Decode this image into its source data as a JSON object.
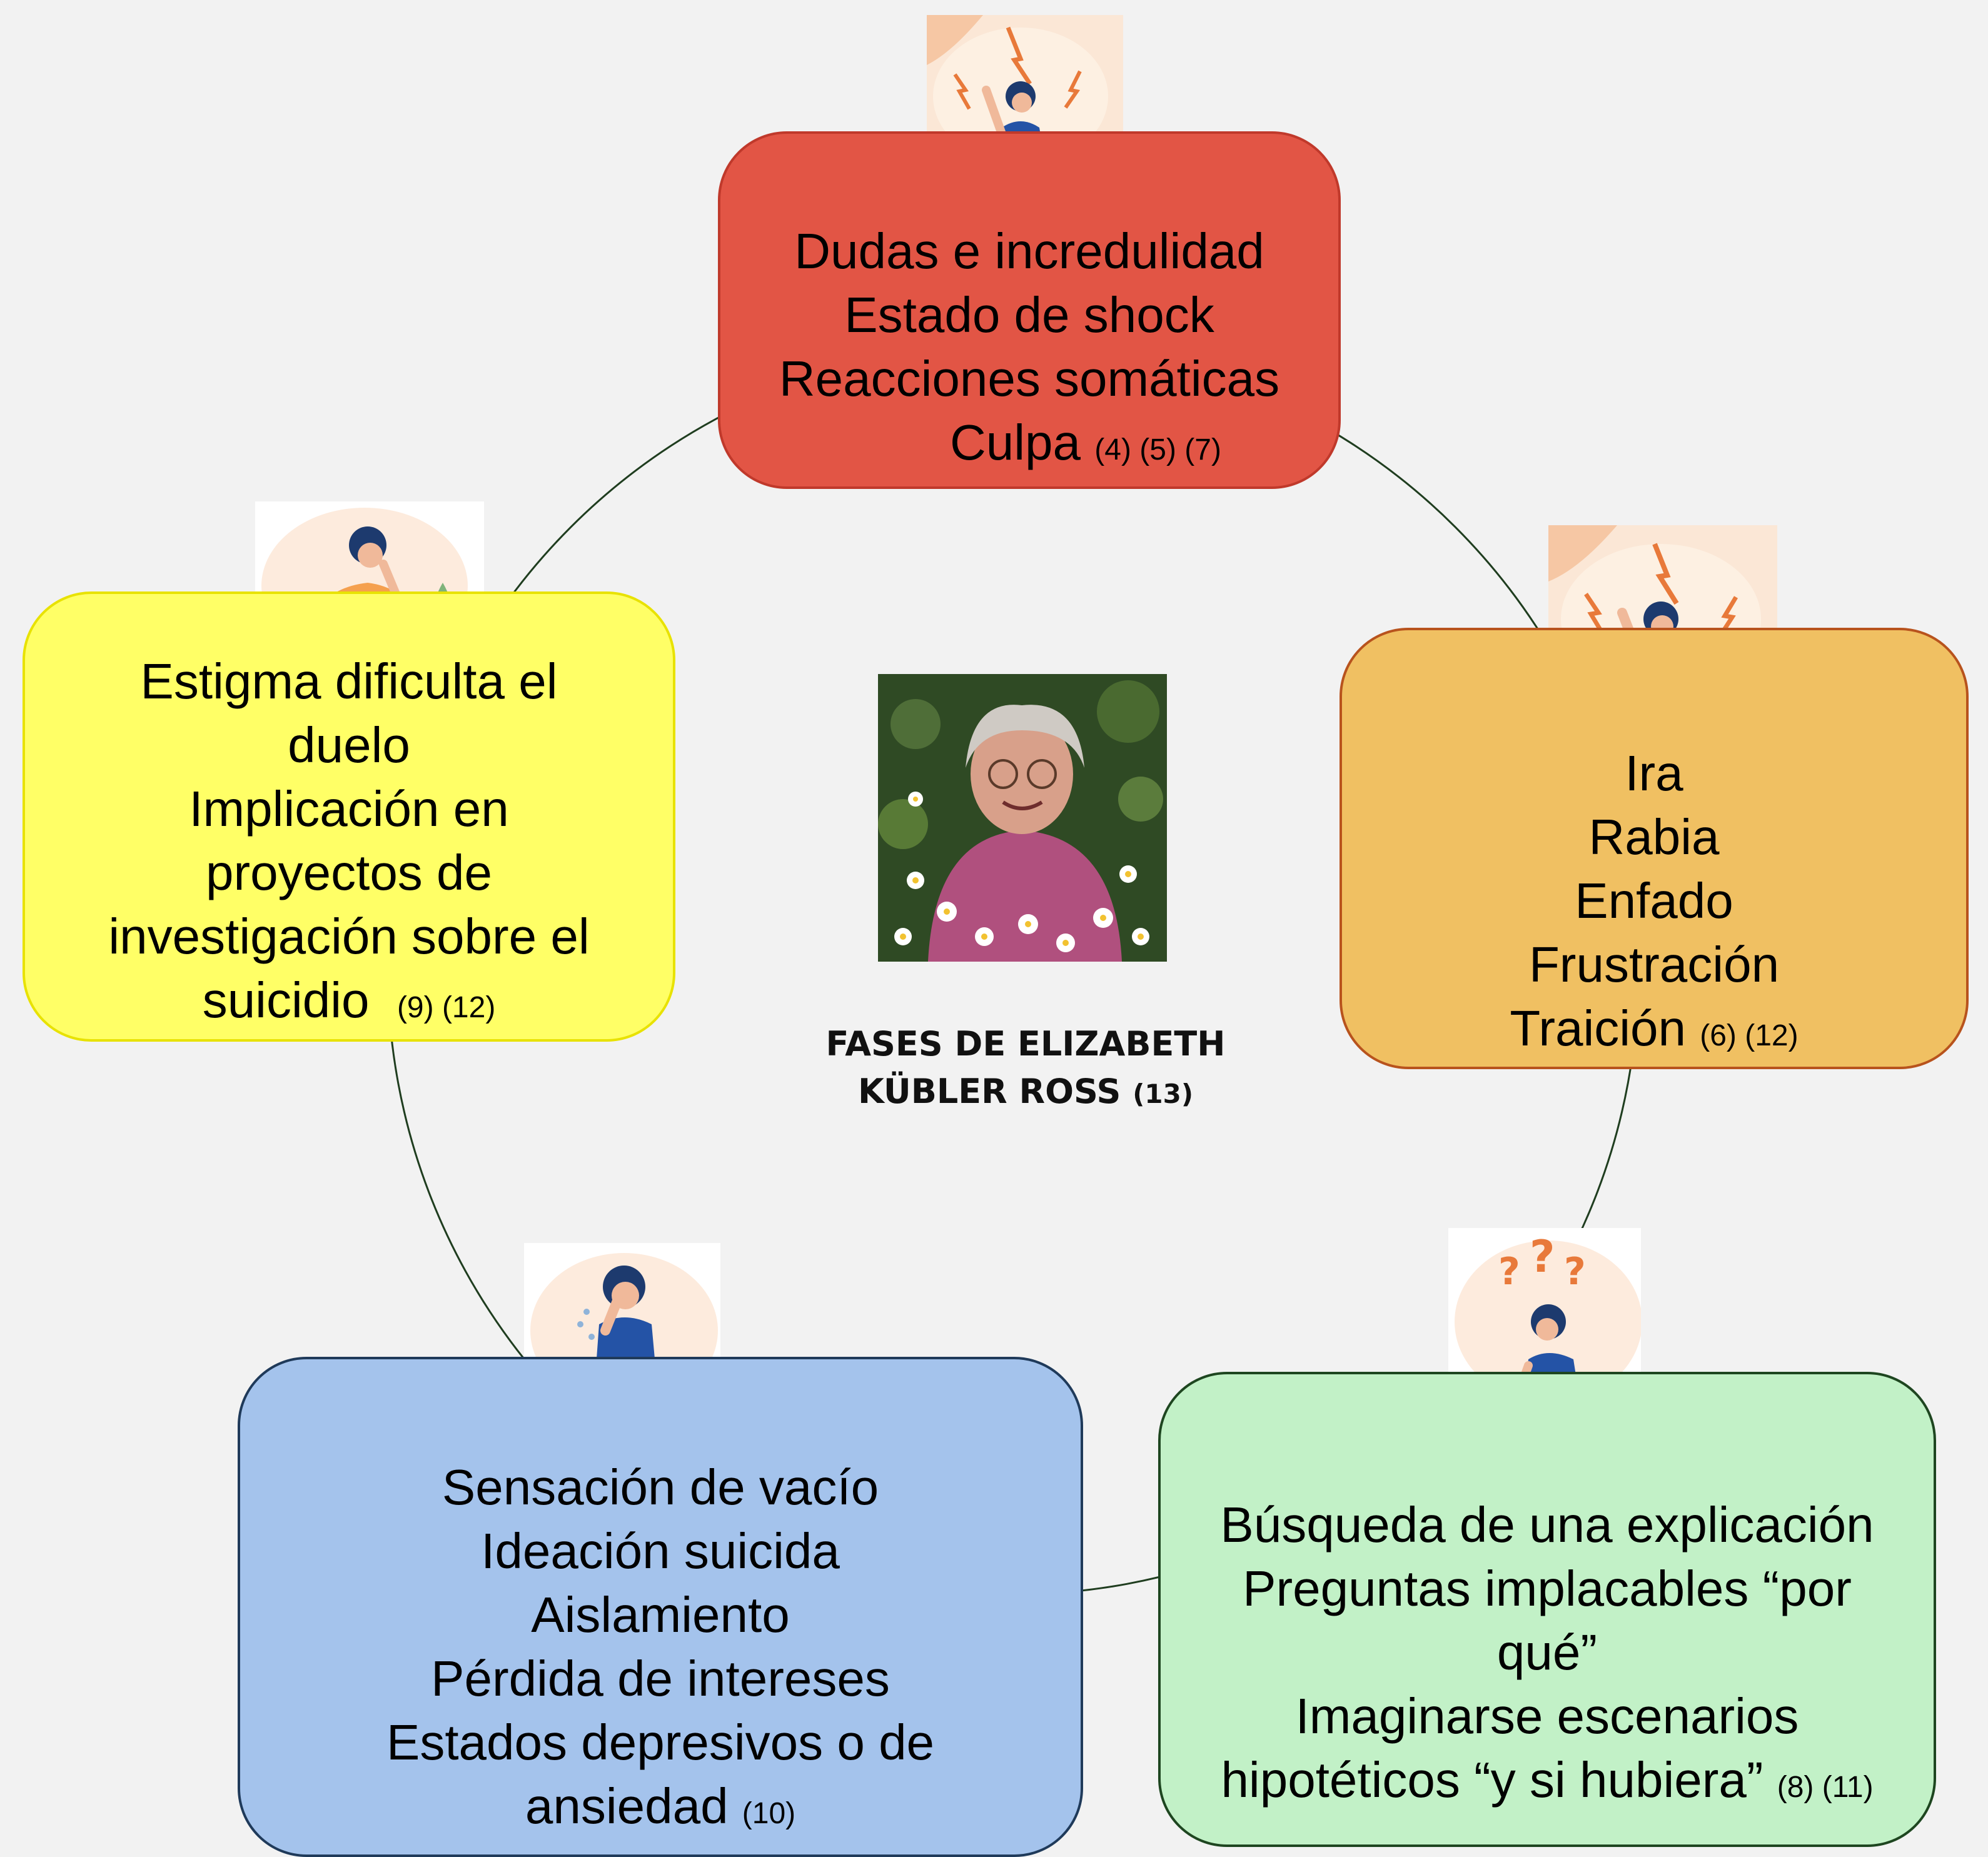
{
  "center": {
    "title_line1": "FASES DE ELIZABETH",
    "title_line2": "KÜBLER ROSS",
    "ref": "(13)",
    "photo": "portrait-photo"
  },
  "stages": {
    "shock": {
      "lines": [
        "Dudas e incredulidad",
        "Estado de shock",
        "Reacciones somáticas"
      ],
      "last": "Culpa",
      "ref": "(4) (5) (7)",
      "color": "#e25545",
      "icon": "angry-woman-icon"
    },
    "anger": {
      "lines": [
        "Ira",
        "Rabia",
        "Enfado",
        "Frustración"
      ],
      "last": "Traición",
      "ref": "(6) (12)",
      "color": "#f0c062",
      "icon": "angry-woman-icon"
    },
    "search": {
      "lines": [
        "Búsqueda de una explicación",
        "Preguntas implacables “por",
        "qué”",
        "Imaginarse escenarios"
      ],
      "last": "hipotéticos “y si hubiera”",
      "ref": "(8) (11)",
      "color": "#c2f1c7",
      "icon": "questioning-woman-icon"
    },
    "depression": {
      "lines": [
        "Sensación de vacío",
        "Ideación suicida",
        "Aislamiento",
        "Pérdida de intereses",
        "Estados depresivos o de"
      ],
      "last": "ansiedad",
      "ref": "(10)",
      "color": "#a4c3ec",
      "icon": "crying-woman-icon"
    },
    "acceptance": {
      "lines": [
        "Estigma dificulta el",
        "duelo",
        "Implicación en",
        "proyectos de",
        "investigación sobre el"
      ],
      "last": "suicidio",
      "ref": "(9) (12)",
      "color": "#ffff66",
      "icon": "thinking-woman-icon"
    }
  }
}
